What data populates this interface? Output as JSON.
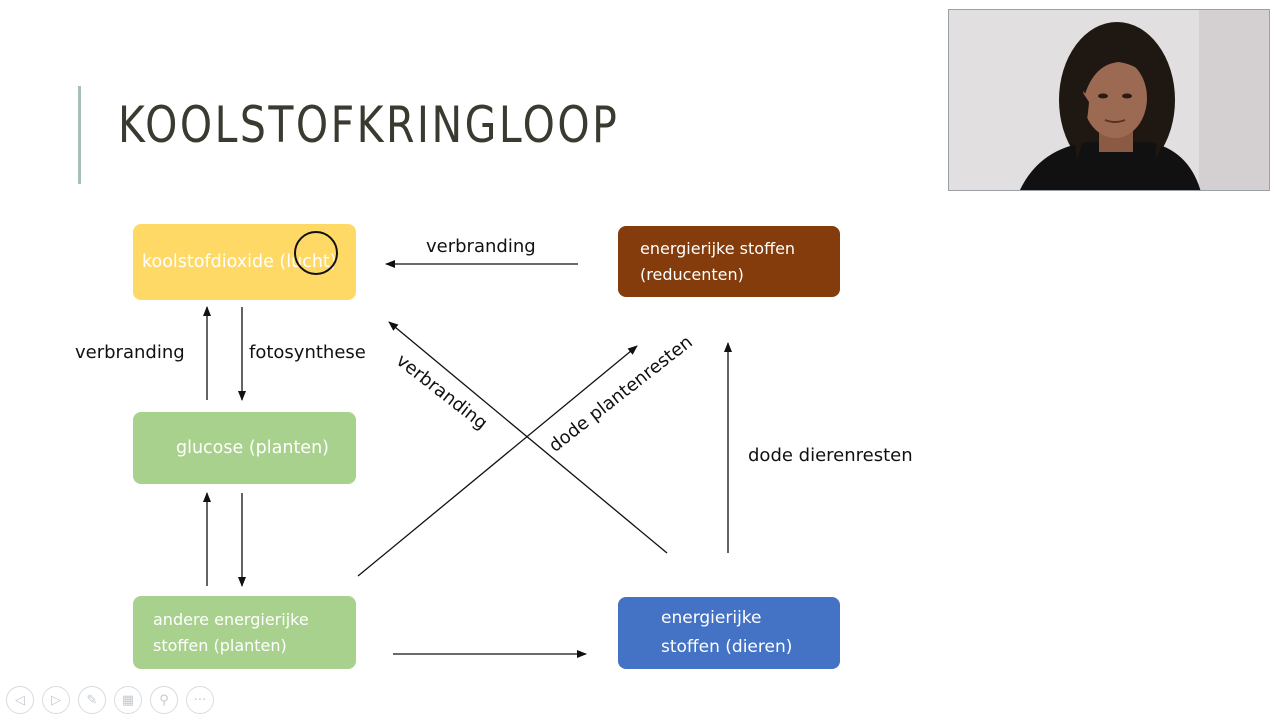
{
  "slide": {
    "title": "KOOLSTOFKRINGLOOP"
  },
  "diagram": {
    "nodes": {
      "co2": "koolstofdioxide (lucht)",
      "reducenten": "energierijke stoffen\n(reducenten)",
      "glucose": "glucose (planten)",
      "andere": "andere energierijke\nstoffen (planten)",
      "dieren": "energierijke\nstoffen (dieren)"
    },
    "labels": {
      "verbranding_top": "verbranding",
      "verbranding_left": "verbranding",
      "fotosynthese": "fotosynthese",
      "verbranding_diagonal": "verbranding",
      "dode_plantenresten": "dode plantenresten",
      "dode_dierenresten": "dode dierenresten"
    },
    "colors": {
      "co2": "#ffd966",
      "reducenten": "#843c0c",
      "planten": "#a9d18e",
      "dieren": "#4472c4"
    }
  },
  "toolbar": {
    "icons": [
      "previous-icon",
      "next-icon",
      "pen-icon",
      "slides-icon",
      "zoom-icon",
      "more-icon"
    ],
    "glyphs": [
      "◁",
      "▷",
      "✎",
      "▦",
      "⚲",
      "···"
    ]
  }
}
